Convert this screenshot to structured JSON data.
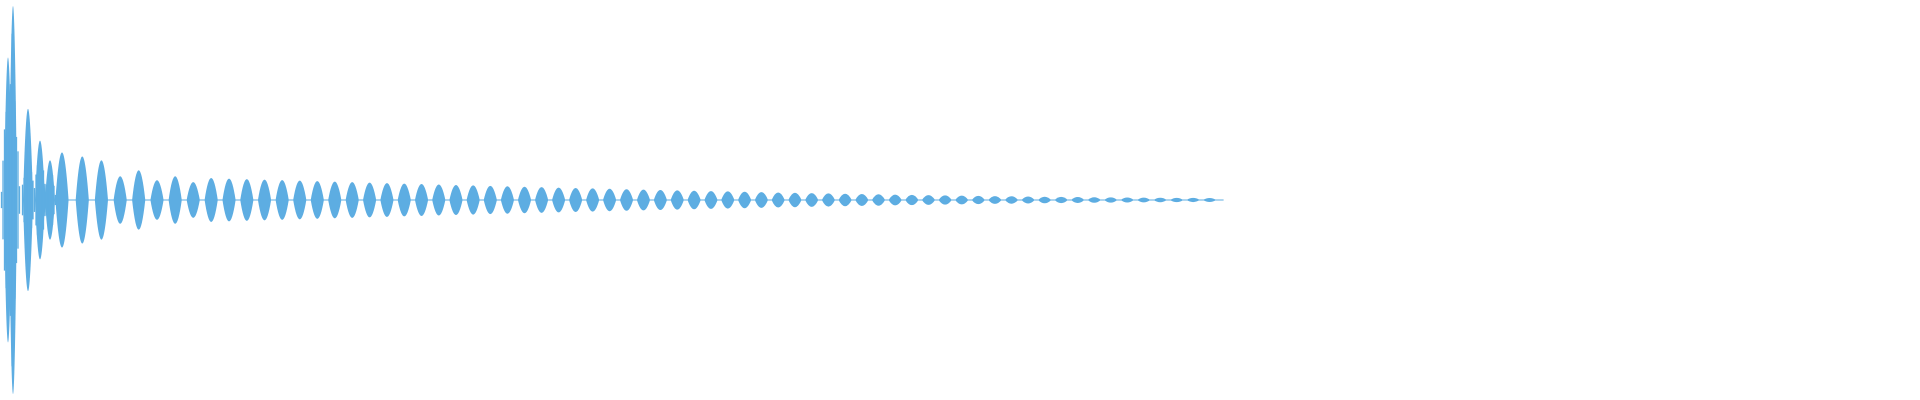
{
  "waveform": {
    "color": "#5dade2",
    "background": "#ffffff",
    "channels": 1,
    "envelope": "decaying",
    "initial_burst_peaks": [
      0.72,
      0.98,
      0.46,
      0.3,
      0.2
    ],
    "pulse_count": 68,
    "pulse_amplitude_start": 0.24,
    "pulse_amplitude_end": 0.01,
    "signal_end_fraction": 0.63
  }
}
